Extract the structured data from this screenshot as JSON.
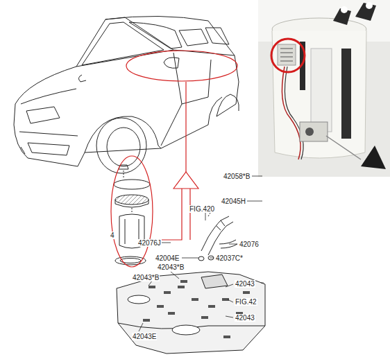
{
  "diagram": {
    "labels": [
      "42058*B",
      "42045H",
      "FIG.420",
      "4",
      "42076J",
      "42076",
      "42004E",
      "42037C*",
      "42043*B",
      "42043*B",
      "42043",
      "FIG.42",
      "42043",
      "42043E"
    ]
  }
}
